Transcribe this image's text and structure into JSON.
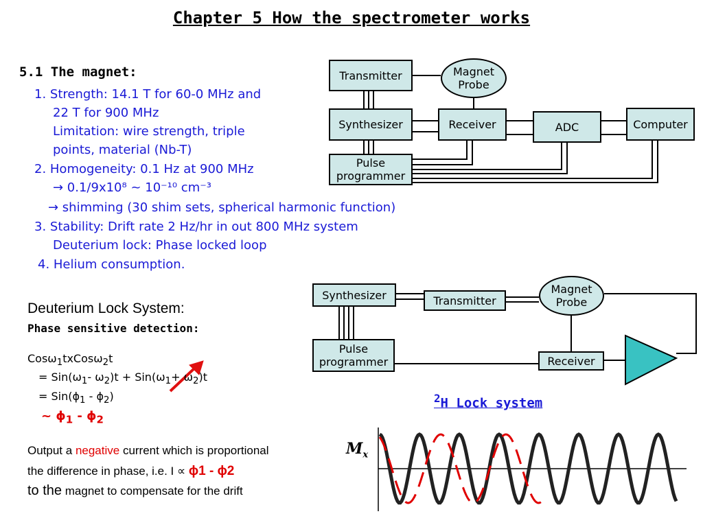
{
  "title": "Chapter 5  How the spectrometer works",
  "section": "5.1 The magnet:",
  "items": {
    "strength_1": "1. Strength: 14.1 T for 60-0 MHz and",
    "strength_2": "22 T for 900 MHz",
    "limitation_1": "Limitation: wire strength, triple",
    "limitation_2": "points, material (Nb-T)",
    "homogeneity": "2. Homogeneity: 0.1 Hz at 900 MHz",
    "homog_calc": "→ 0.1/9x10⁸ ~ 10⁻¹⁰ cm⁻³",
    "shimming": "→ shimming (30 shim sets, spherical harmonic function)",
    "stability": "3. Stability: Drift rate  2 Hz/hr in out 800 MHz system",
    "deut_lock": "Deuterium lock: Phase locked loop",
    "helium": "4. Helium consumption."
  },
  "diagram1": {
    "transmitter": "Transmitter",
    "magnet_probe_1": "Magnet",
    "magnet_probe_2": "Probe",
    "synthesizer": "Synthesizer",
    "receiver": "Receiver",
    "adc": "ADC",
    "computer": "Computer",
    "pulse_1": "Pulse",
    "pulse_2": "programmer"
  },
  "diagram2": {
    "synthesizer": "Synthesizer",
    "transmitter": "Transmitter",
    "magnet_probe_1": "Magnet",
    "magnet_probe_2": "Probe",
    "pulse_1": "Pulse",
    "pulse_2": "programmer",
    "receiver": "Receiver",
    "caption": "²H Lock system"
  },
  "lock": {
    "heading": "Deuterium Lock System:",
    "subheading": "Phase sensitive detection:",
    "eq1": "Cosω₁txCosω₂t",
    "eq2": "= Sin(ω₁- ω₂)t + Sin(ω₁+ ω₂)t",
    "eq3": "= Sin(ϕ₁ - ϕ₂)",
    "eq4": "~ ϕ₁ - ϕ₂"
  },
  "output": {
    "line1_a": "Output a ",
    "line1_neg": "negative",
    "line1_b": " current which is proportional",
    "line2_a": "the difference in phase, i.e. I ∝ ",
    "line2_phi": "ϕ1 - ϕ2",
    "line3_a": "to the",
    "line3_b": " magnet to compensate for the drift"
  },
  "plot": {
    "axis_label": "Mₓ",
    "colors": {
      "solid": "#222222",
      "dashed": "#e00000"
    }
  }
}
